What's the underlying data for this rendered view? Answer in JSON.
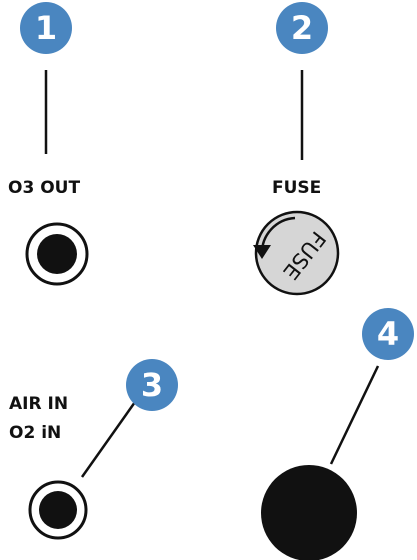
{
  "colors": {
    "badge": "#4a86c0",
    "badge_text": "#ffffff",
    "line": "#111111",
    "port_fill": "#111111",
    "port_ring": "#111111",
    "fuse_face": "#d6d6d6",
    "label": "#111111"
  },
  "callouts": [
    {
      "number": "1",
      "target": "o3-out-port"
    },
    {
      "number": "2",
      "target": "fuse-holder"
    },
    {
      "number": "3",
      "target": "air-o2-in-port"
    },
    {
      "number": "4",
      "target": "large-port"
    }
  ],
  "labels": {
    "o3_out": "O3 OUT",
    "fuse": "FUSE",
    "air_in": "AIR IN",
    "o2_in": "O2 iN"
  },
  "fuse_cap_text": "FUSE",
  "icons": {
    "fuse_arrow": "rotate-arrow-icon"
  }
}
